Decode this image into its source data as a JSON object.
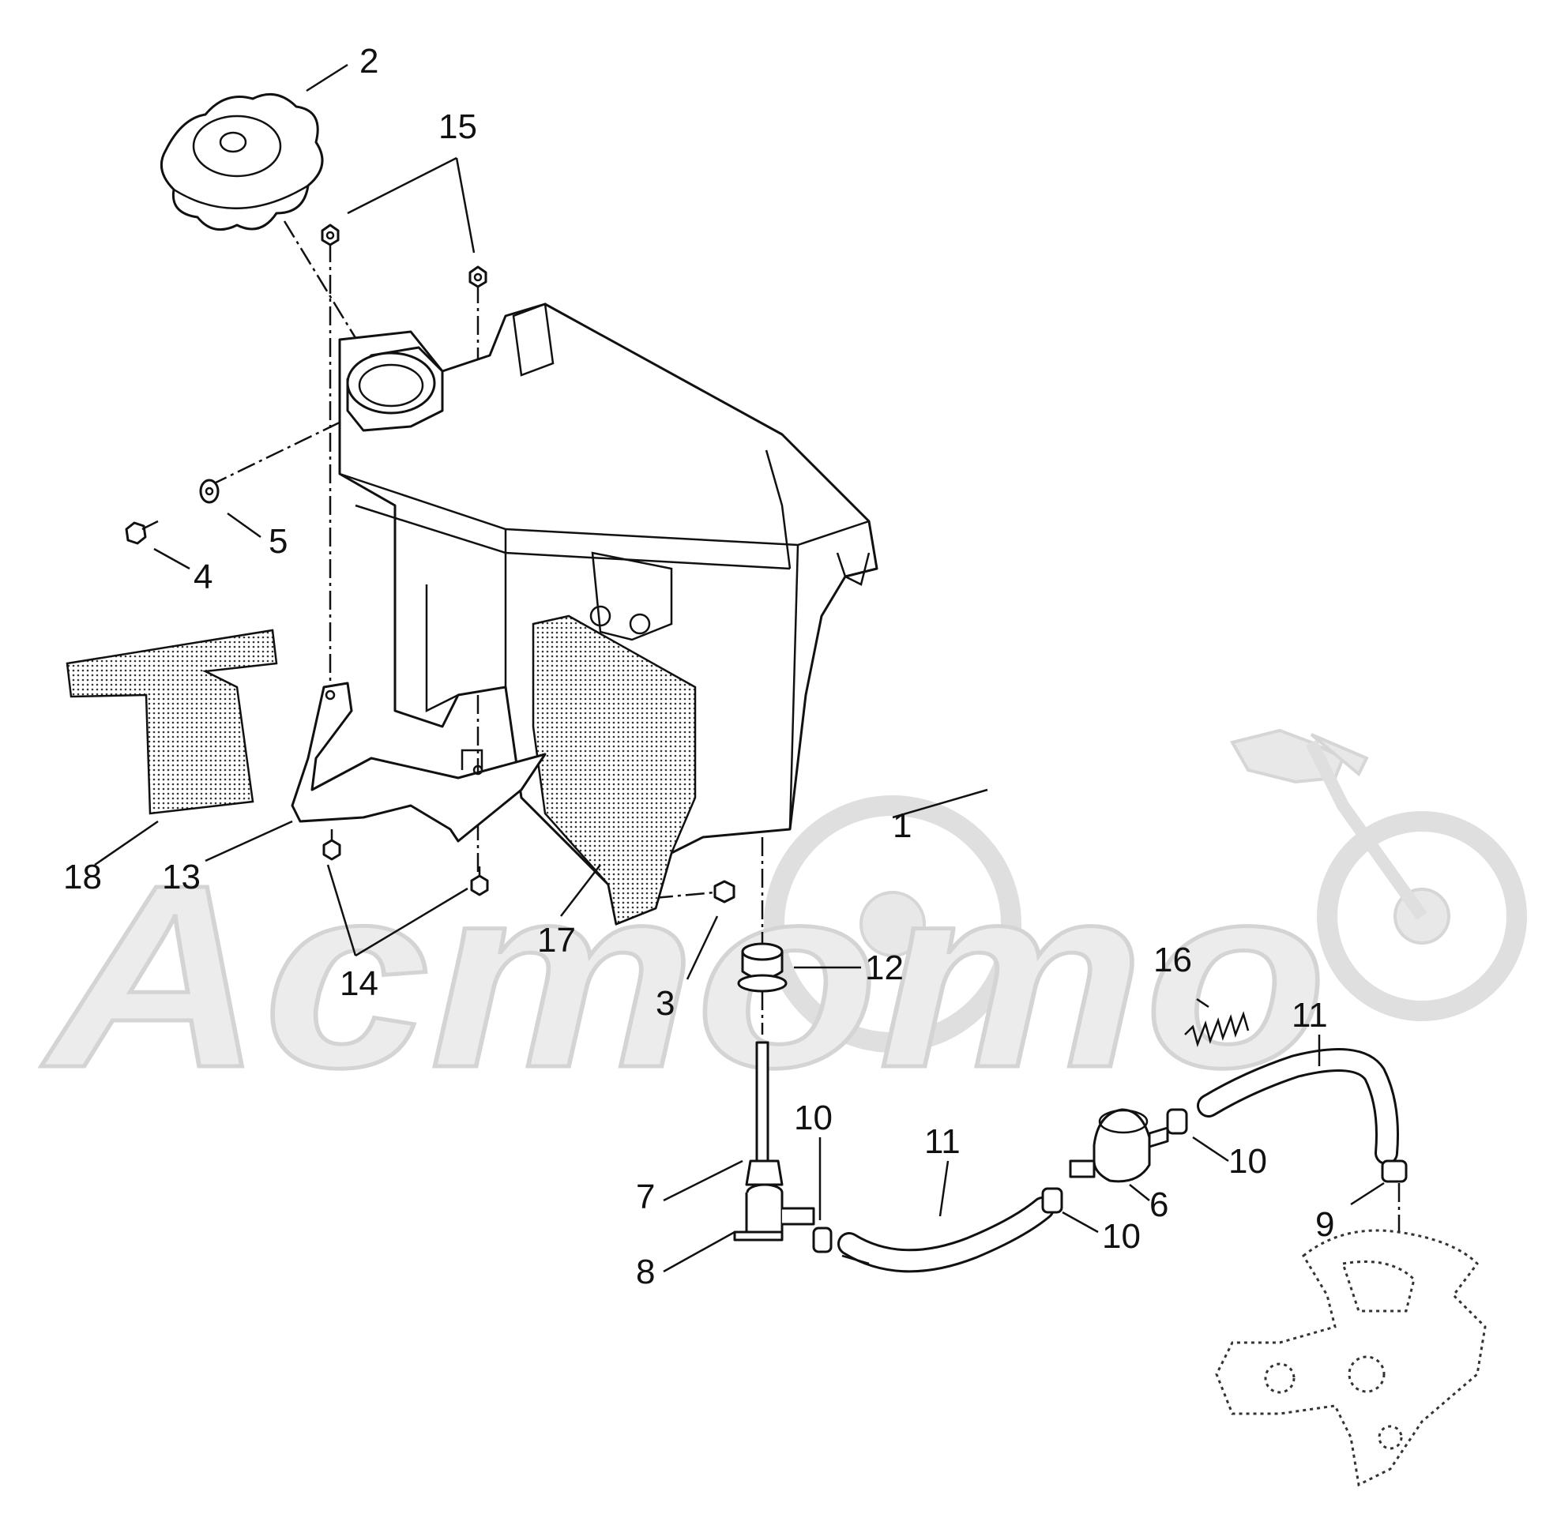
{
  "diagram": {
    "labels": [
      {
        "id": "c1",
        "text": "1",
        "part": "fuel-tank"
      },
      {
        "id": "c2",
        "text": "2",
        "part": "fuel-cap"
      },
      {
        "id": "c3",
        "text": "3",
        "part": "nut"
      },
      {
        "id": "c4",
        "text": "4",
        "part": "bolt"
      },
      {
        "id": "c5",
        "text": "5",
        "part": "washer"
      },
      {
        "id": "c6",
        "text": "6",
        "part": "fuel-filter"
      },
      {
        "id": "c7",
        "text": "7",
        "part": "fuel-pickup"
      },
      {
        "id": "c8",
        "text": "8",
        "part": "fuel-valve"
      },
      {
        "id": "c9",
        "text": "9",
        "part": "hose-clamp"
      },
      {
        "id": "c10a",
        "text": "10",
        "part": "hose-clamp"
      },
      {
        "id": "c10b",
        "text": "10",
        "part": "hose-clamp"
      },
      {
        "id": "c10c",
        "text": "10",
        "part": "hose-clamp"
      },
      {
        "id": "c11a",
        "text": "11",
        "part": "fuel-hose"
      },
      {
        "id": "c11b",
        "text": "11",
        "part": "fuel-hose"
      },
      {
        "id": "c12",
        "text": "12",
        "part": "grommet"
      },
      {
        "id": "c13",
        "text": "13",
        "part": "bracket"
      },
      {
        "id": "c14",
        "text": "14",
        "part": "screws"
      },
      {
        "id": "c15",
        "text": "15",
        "part": "nuts"
      },
      {
        "id": "c16",
        "text": "16",
        "part": "spring"
      },
      {
        "id": "c17",
        "text": "17",
        "part": "heat-shield-pad"
      },
      {
        "id": "c18",
        "text": "18",
        "part": "insulation-pad"
      }
    ],
    "watermark": {
      "text": "Acmomo"
    }
  }
}
